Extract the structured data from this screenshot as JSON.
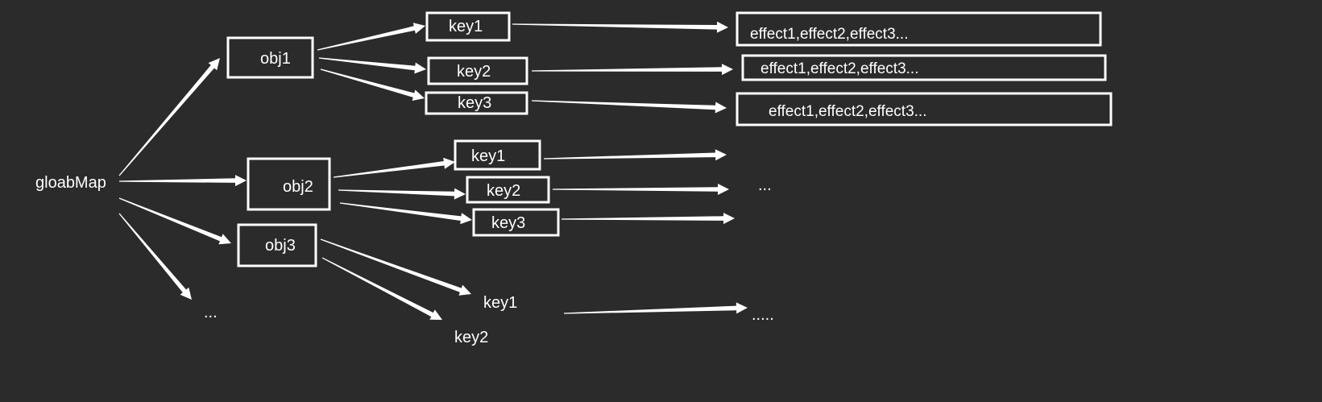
{
  "root": {
    "label": "gloabMap",
    "more": "..."
  },
  "objects": [
    {
      "label": "obj1",
      "keys": [
        {
          "label": "key1",
          "effects": "effect1,effect2,effect3..."
        },
        {
          "label": "key2",
          "effects": "effect1,effect2,effect3..."
        },
        {
          "label": "key3",
          "effects": "effect1,effect2,effect3..."
        }
      ]
    },
    {
      "label": "obj2",
      "keys": [
        {
          "label": "key1"
        },
        {
          "label": "key2"
        },
        {
          "label": "key3"
        }
      ],
      "more": "..."
    },
    {
      "label": "obj3",
      "keys": [
        {
          "label": "key1"
        },
        {
          "label": "key2"
        }
      ],
      "more": "....."
    }
  ],
  "colors": {
    "background": "#2b2b2b",
    "foreground": "#ffffff"
  }
}
